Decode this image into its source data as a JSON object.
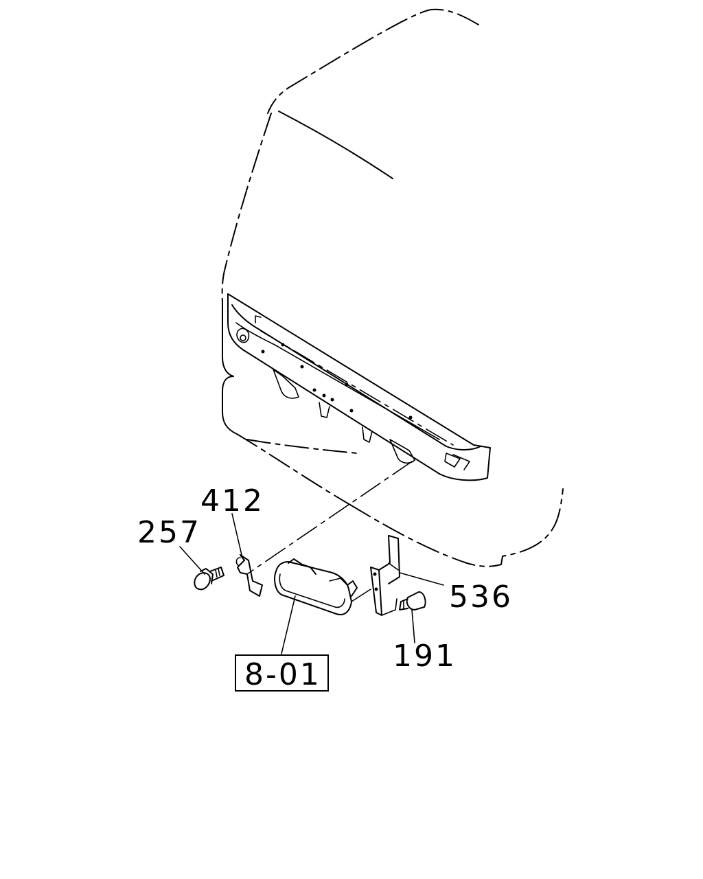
{
  "callouts": {
    "part_412": "412",
    "part_257": "257",
    "part_536": "536",
    "part_191": "191",
    "ref_box": "8-01"
  }
}
